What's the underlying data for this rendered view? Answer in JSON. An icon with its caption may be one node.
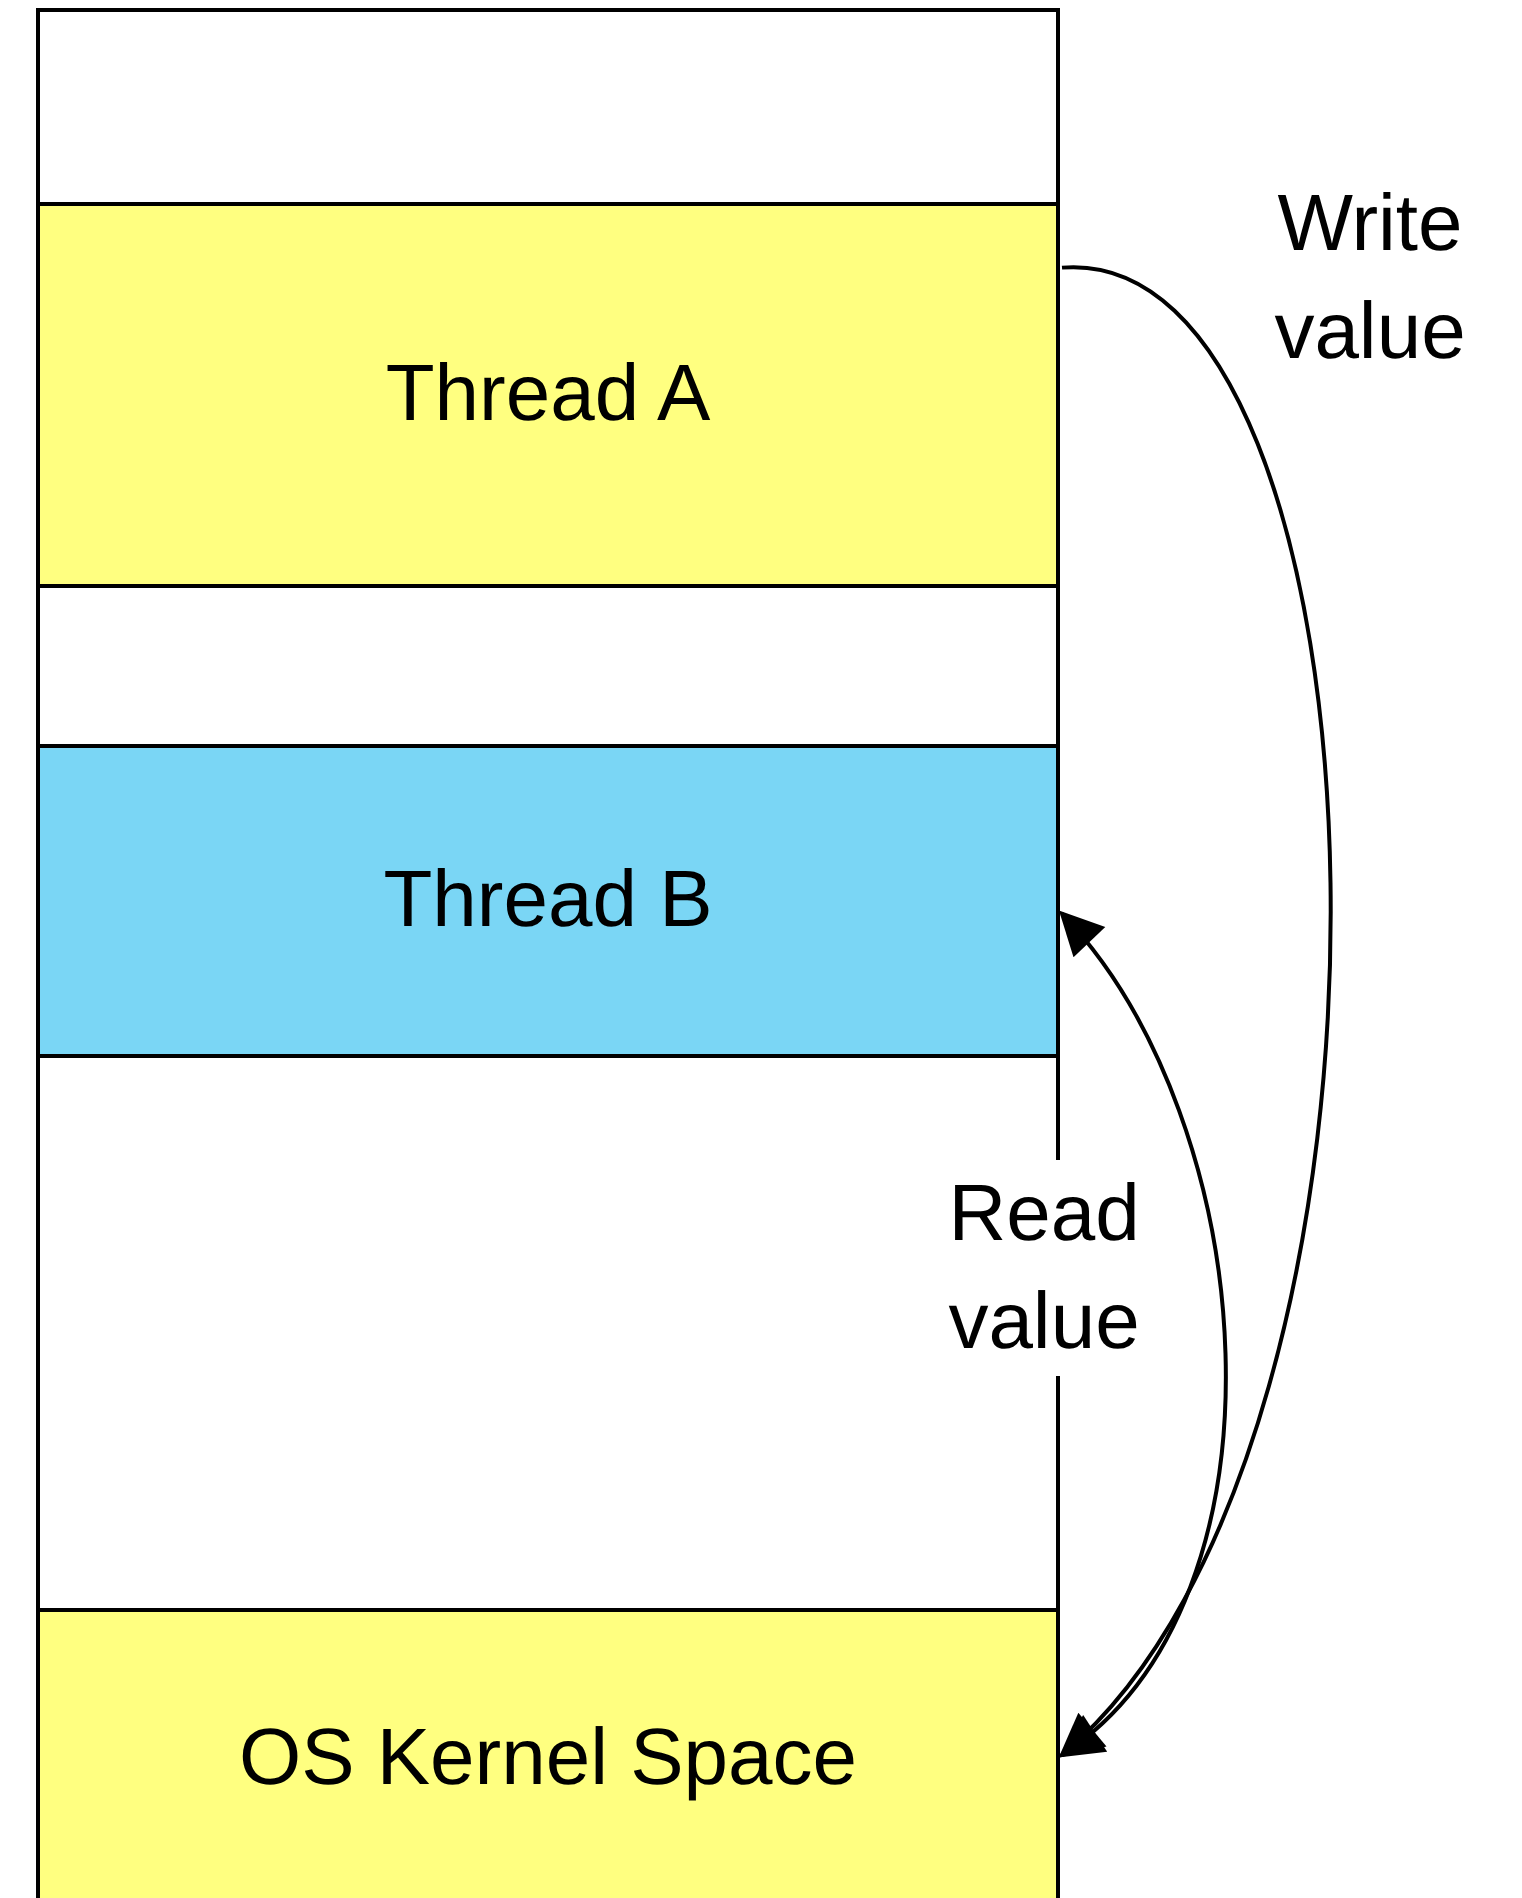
{
  "diagram": {
    "nodes": [
      {
        "text": [],
        "shape": "box"
      },
      {
        "text": [
          "Thread A"
        ]
      },
      {
        "text": [],
        "shape": "box"
      },
      {
        "text": [
          "Thread B"
        ]
      },
      {
        "text": [],
        "shape": "box"
      },
      {
        "text": [
          "OS Kernel Space"
        ]
      }
    ],
    "edges": [
      {
        "from": 1,
        "to": 5,
        "arrow": "to",
        "label": "Write value"
      },
      {
        "from": 5,
        "to": 3,
        "arrow": "both",
        "label": "Read value"
      }
    ]
  }
}
